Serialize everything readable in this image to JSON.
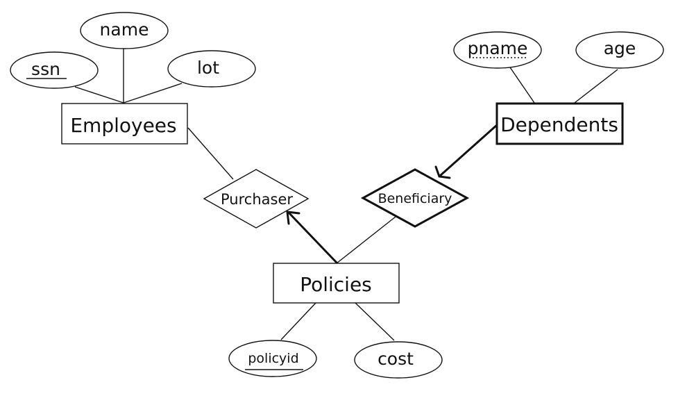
{
  "diagram": {
    "entities": {
      "employees": {
        "label": "Employees"
      },
      "dependents": {
        "label": "Dependents",
        "weak": true
      },
      "policies": {
        "label": "Policies"
      }
    },
    "relationships": {
      "purchaser": {
        "label": "Purchaser"
      },
      "beneficiary": {
        "label": "Beneficiary",
        "identifying": true
      }
    },
    "attributes": {
      "ssn": {
        "label": "ssn",
        "key": true
      },
      "name": {
        "label": "name"
      },
      "lot": {
        "label": "lot"
      },
      "pname": {
        "label": "pname",
        "partial_key": true
      },
      "age": {
        "label": "age"
      },
      "policyid": {
        "label": "policyid",
        "key": true
      },
      "cost": {
        "label": "cost"
      }
    }
  }
}
